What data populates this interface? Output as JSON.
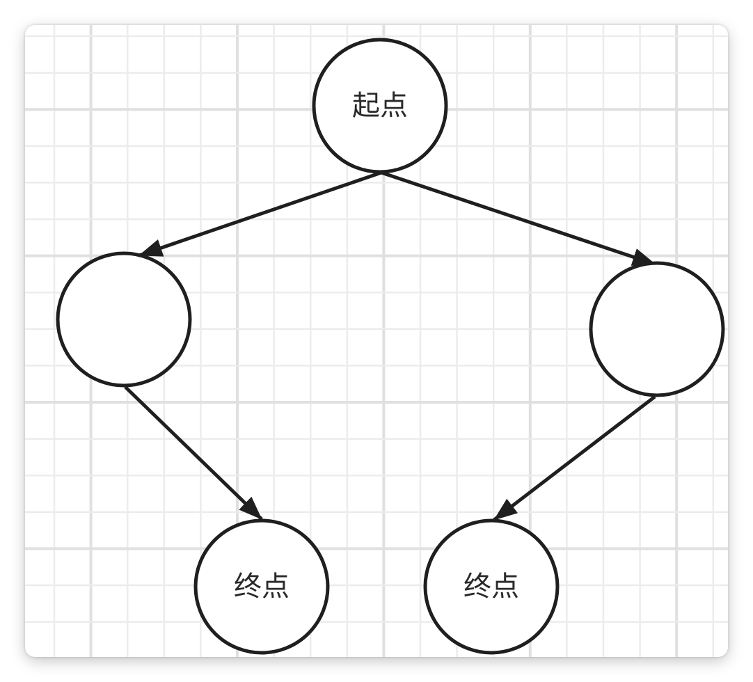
{
  "diagram": {
    "nodes": [
      {
        "id": "start",
        "label": "起点"
      },
      {
        "id": "left-middle",
        "label": ""
      },
      {
        "id": "right-middle",
        "label": ""
      },
      {
        "id": "end-left",
        "label": "终点"
      },
      {
        "id": "end-right",
        "label": "终点"
      }
    ],
    "edges": [
      {
        "from": "start",
        "to": "left-middle"
      },
      {
        "from": "start",
        "to": "right-middle"
      },
      {
        "from": "left-middle",
        "to": "end-left"
      },
      {
        "from": "right-middle",
        "to": "end-right"
      }
    ],
    "colors": {
      "stroke": "#1f1f1f",
      "grid_minor": "#ececec",
      "grid_major": "#e0e0e0",
      "node_fill": "#ffffff"
    }
  }
}
